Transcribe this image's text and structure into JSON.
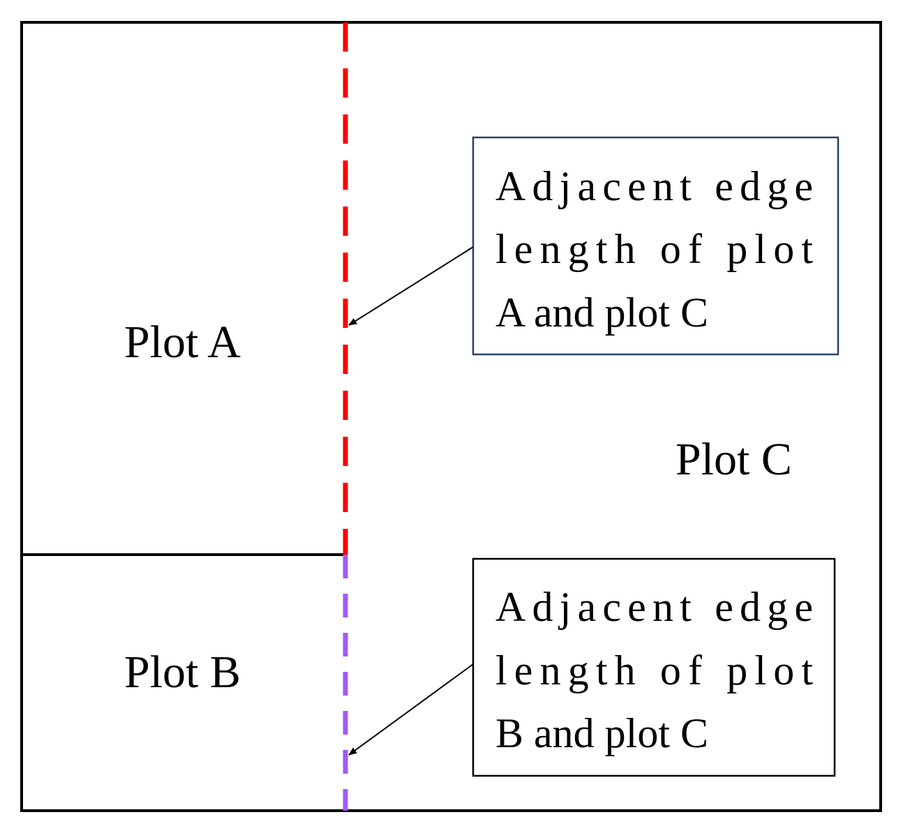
{
  "plots": {
    "a": "Plot A",
    "b": "Plot B",
    "c": "Plot C"
  },
  "annotations": {
    "ac": [
      "Adjacent edge",
      "length of plot",
      "A and plot C"
    ],
    "bc": [
      "Adjacent edge",
      "length of plot",
      "B and plot C"
    ]
  },
  "colors": {
    "outline": "#000000",
    "edge_ac": "#ff0000",
    "edge_bc": "#a259f7",
    "box_ac_border": "#2a3f66",
    "box_bc_border": "#000000"
  }
}
